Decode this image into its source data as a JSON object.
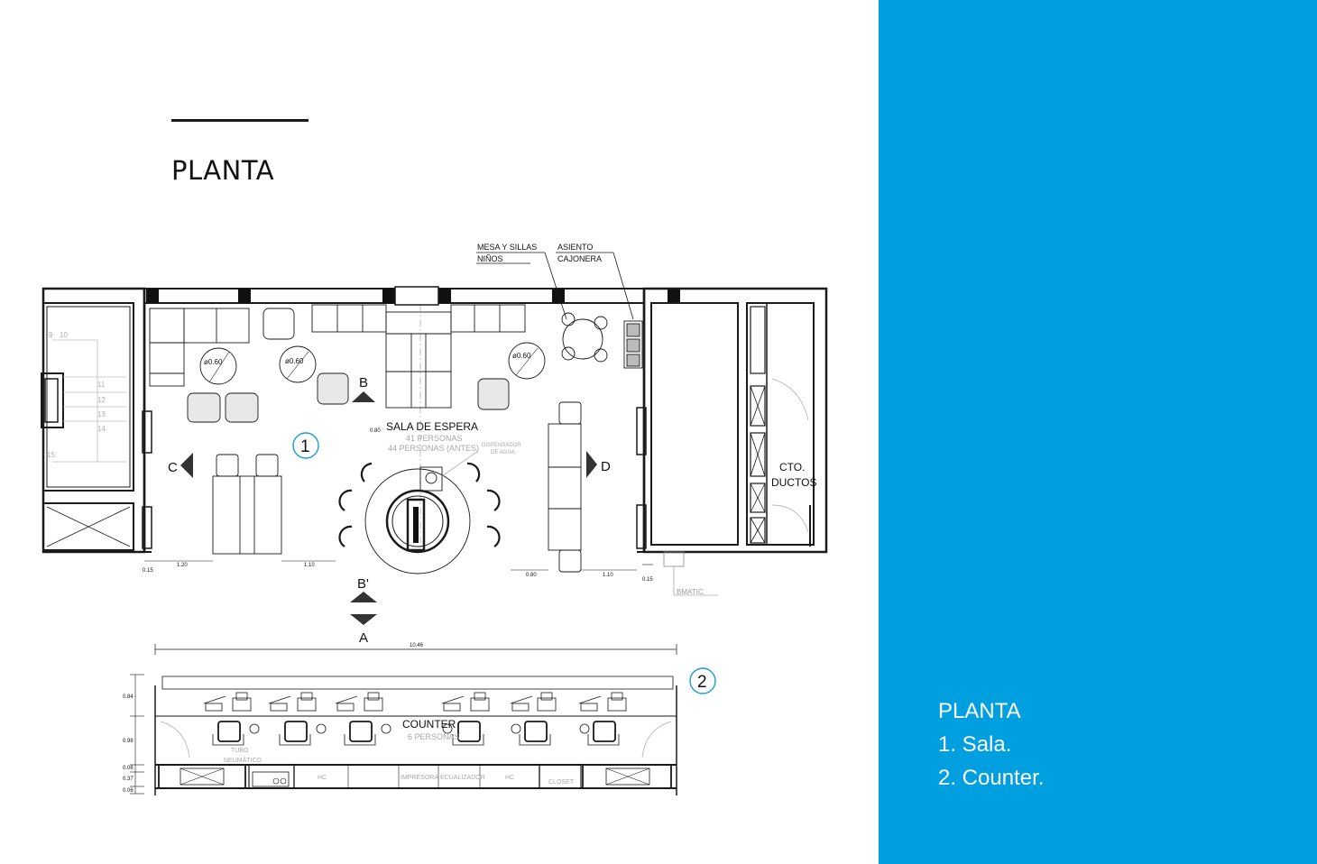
{
  "title": "PLANTA",
  "legend": {
    "heading": "PLANTA",
    "items": [
      "1. Sala.",
      "2. Counter."
    ]
  },
  "colors": {
    "accent": "#009fe0",
    "badge": "#1a9bd7",
    "line": "#1a1a1a",
    "faint": "#9a9a9a"
  },
  "plan": {
    "sections": {
      "one": "1",
      "two": "2"
    },
    "labels": {
      "sala": "SALA DE ESPERA",
      "sala_sub1": "41  PERSONAS",
      "sala_sub2": "44 PERSONAS (ANTES)",
      "dispensador1": "DISPENSADOR",
      "dispensador2": "DE AGUA",
      "mesa1": "MESA Y SILLAS",
      "mesa2": "NIÑOS",
      "asiento1": "ASIENTO",
      "asiento2": "CAJONERA",
      "cto1": "CTO.",
      "cto2": "DUCTOS",
      "bmatic": "BMATIC",
      "counter": "COUNTER",
      "counter_sub": "6  PERSONAS",
      "tubo1": "TUBO",
      "tubo2": "NEUMÁTICO",
      "hc": "HC",
      "impresora": "IMPRESORA",
      "ecualizador": "ECUALIZADOR",
      "closet": "CLOSET"
    },
    "diameters": [
      "ø0.60",
      "ø0.60",
      "ø0.60"
    ],
    "sections_marks": {
      "b": "B",
      "b_prime": "B'",
      "a": "A",
      "c": "C",
      "d": "D"
    },
    "dims": {
      "d1": "0.15",
      "d2": "1.20",
      "d3": "1.10",
      "d4": "0.80",
      "d5": "1.10",
      "d6": "0.15",
      "d7": "0.80",
      "total": "10.46",
      "v1": "0.84",
      "v2": "0.98",
      "v3": "0.06",
      "v4": "0.37",
      "v5": "0.06"
    },
    "stair_numbers": [
      "9",
      "10",
      "11",
      "12",
      "13",
      "14",
      "15"
    ]
  }
}
